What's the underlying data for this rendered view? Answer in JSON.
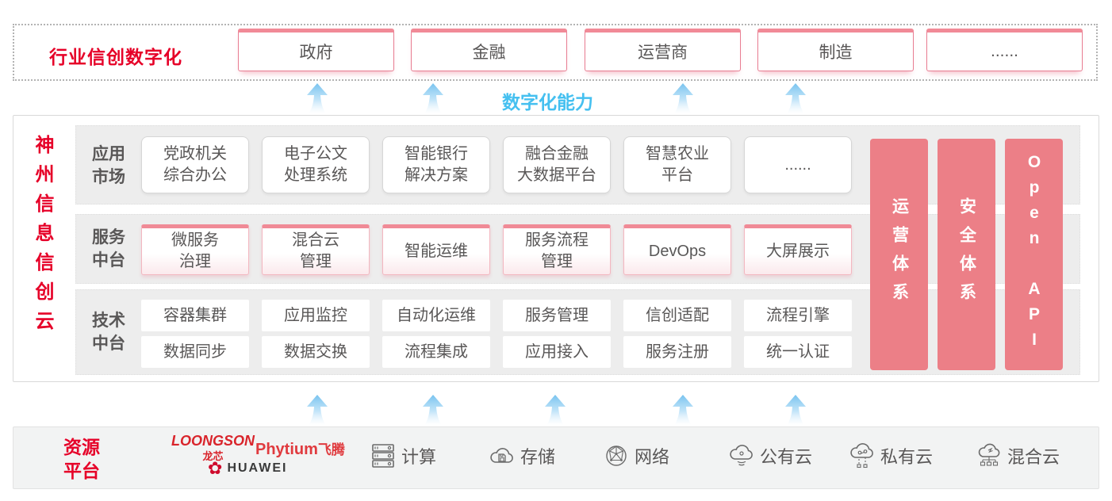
{
  "colors": {
    "accent_red": "#e60028",
    "pillar_pink": "#ec7f87",
    "capability_blue": "#45c0f0",
    "box_border_pink": "#f08a96",
    "text_dark": "#595757"
  },
  "top_band": {
    "title": "行业信创数字化",
    "industries": [
      "政府",
      "金融",
      "运营商",
      "制造",
      "......"
    ]
  },
  "capability_label": "数字化能力",
  "platform": {
    "title": "神州信息信创云",
    "rows": [
      {
        "label": "应用\n市场",
        "items": [
          "党政机关\n综合办公",
          "电子公文\n处理系统",
          "智能银行\n解决方案",
          "融合金融\n大数据平台",
          "智慧农业\n平台",
          "......"
        ]
      },
      {
        "label": "服务\n中台",
        "items": [
          "微服务\n治理",
          "混合云\n管理",
          "智能运维",
          "服务流程\n管理",
          "DevOps",
          "大屏展示"
        ]
      },
      {
        "label": "技术\n中台",
        "items_top": [
          "容器集群",
          "应用监控",
          "自动化运维",
          "服务管理",
          "信创适配",
          "流程引擎"
        ],
        "items_bottom": [
          "数据同步",
          "数据交换",
          "流程集成",
          "应用接入",
          "服务注册",
          "统一认证"
        ]
      }
    ],
    "pillars": [
      "运营体系",
      "安全体系",
      "Open API"
    ]
  },
  "resource_platform": {
    "title": "资源\n平台",
    "vendors": {
      "loongson": "LOONGSON",
      "loongson_cn": "龙芯",
      "phytium": "Phytium",
      "phytium_cn": "飞腾",
      "huawei": "HUAWEI",
      "huawei_icon": "✿"
    },
    "resources": [
      {
        "icon": "server-icon",
        "label": "计算"
      },
      {
        "icon": "storage-cloud-icon",
        "label": "存储"
      },
      {
        "icon": "network-icon",
        "label": "网络"
      },
      {
        "icon": "public-cloud-icon",
        "label": "公有云"
      },
      {
        "icon": "private-cloud-icon",
        "label": "私有云"
      },
      {
        "icon": "hybrid-cloud-icon",
        "label": "混合云"
      }
    ]
  }
}
